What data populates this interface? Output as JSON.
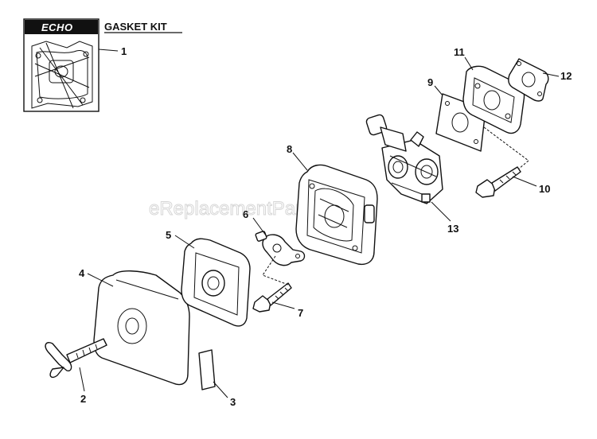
{
  "brand": {
    "logo_text": "ECHO"
  },
  "kit": {
    "title": "GASKET KIT"
  },
  "watermark": "eReplacementParts.com",
  "callouts": {
    "c1": "1",
    "c2": "2",
    "c3": "3",
    "c4": "4",
    "c5": "5",
    "c6": "6",
    "c7": "7",
    "c8": "8",
    "c9": "9",
    "c10": "10",
    "c11": "11",
    "c12": "12",
    "c13": "13"
  }
}
